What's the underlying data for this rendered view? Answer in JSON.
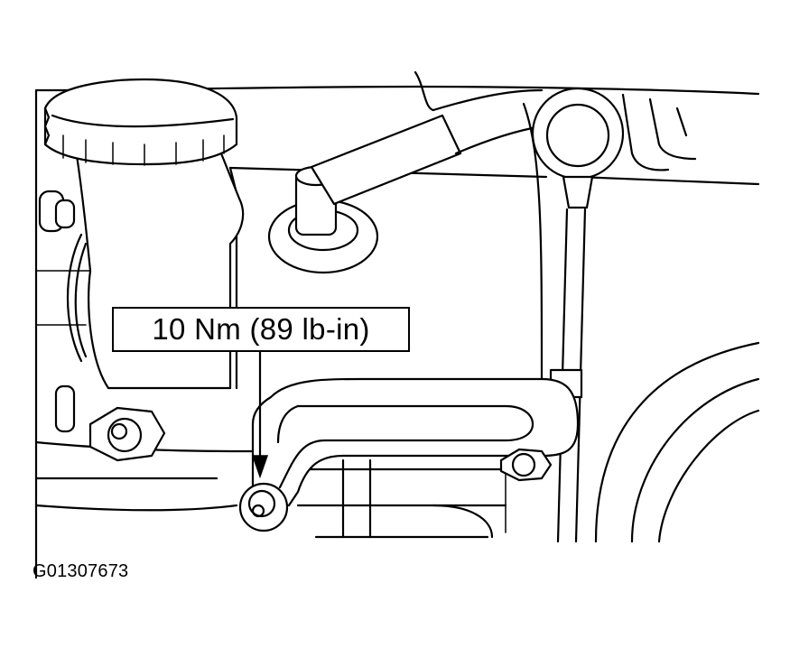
{
  "callout": {
    "torque_label": "10 Nm (89 lb-in)"
  },
  "figure": {
    "id_label": "G01307673"
  },
  "icons": [
    "engine-diagram",
    "arrow-down-icon"
  ]
}
